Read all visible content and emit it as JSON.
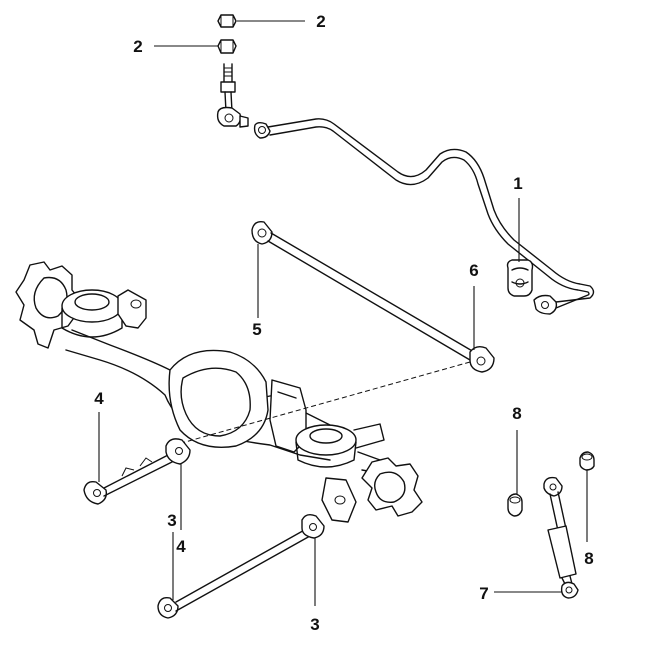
{
  "callouts": {
    "c2_top": "2",
    "c2_mid": "2",
    "c1": "1",
    "c6": "6",
    "c5": "5",
    "c4_left": "4",
    "c8_top": "8",
    "c3_mid": "3",
    "c4_mid": "4",
    "c8_right": "8",
    "c7": "7",
    "c3_bottom": "3"
  }
}
